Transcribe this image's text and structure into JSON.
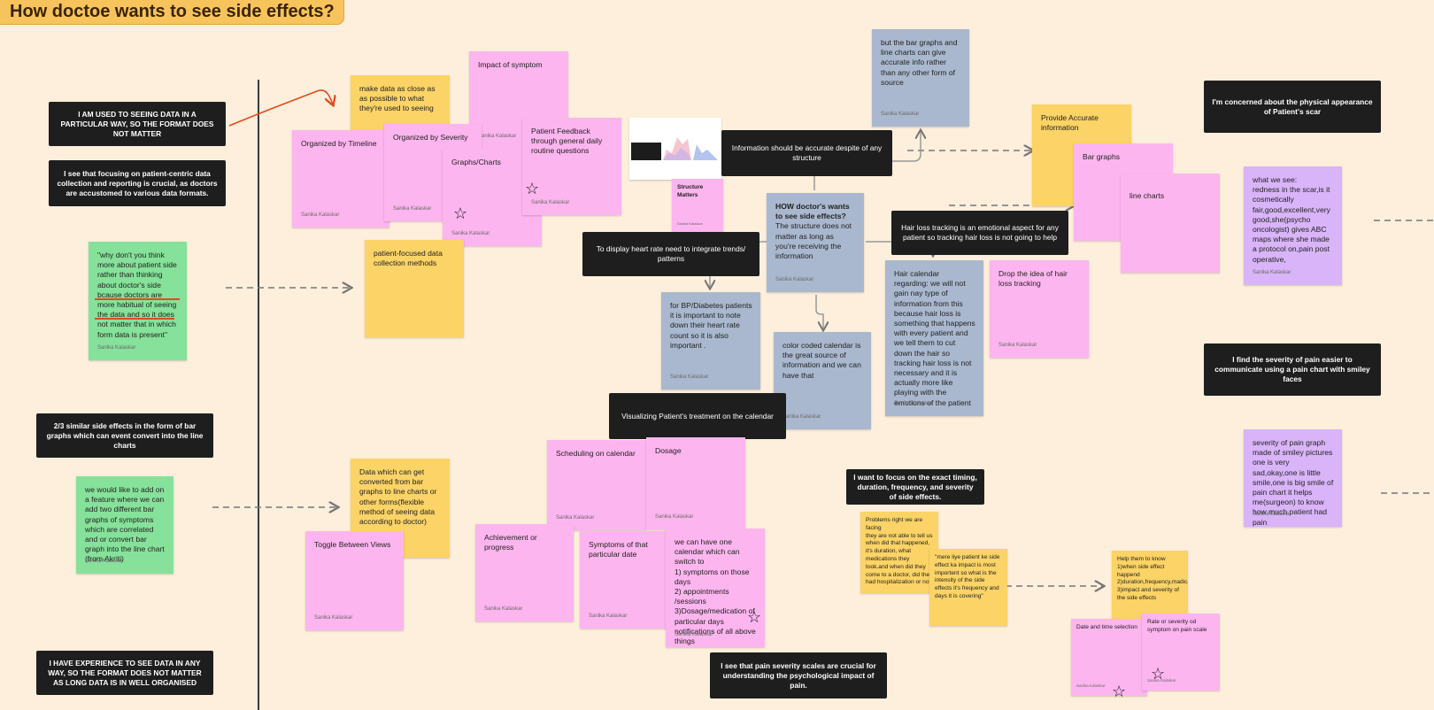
{
  "board": {
    "title": "How doctoe wants to see side effects?"
  },
  "left_column": {
    "dark_notes": [
      "I AM USED TO SEEING DATA IN A PARTICULAR WAY, SO THE FORMAT DOES NOT MATTER",
      "I see that focusing on patient-centric data collection and reporting is crucial, as doctors are accustomed to various data formats.",
      "2/3 similar side effects in the form of bar graphs which can event convert into the line charts",
      "I HAVE EXPERIENCE TO SEE DATA IN ANY WAY, SO THE FORMAT DOES NOT MATTER AS LONG DATA IS IN WELL ORGANISED"
    ],
    "green_notes": [
      {
        "text": "\"why don't you think more about patient side rather than thinking about doctor's side bcause doctors are more habitual of seeing the data and so it does not matter that in which form data is present\"",
        "author": "Sanika Kalaskar"
      },
      {
        "text": "we would like to add on a feature where we can add two different bar graphs of symptoms which are correlated and or convert bar graph into the line chart (from Akriti)",
        "author": "Sanika Kalaskar"
      }
    ]
  },
  "notes": {
    "make_data": {
      "text": "make data as close as as possible to what they're used to seeing"
    },
    "impact_symptom": {
      "text": "Impact of symptom",
      "author": "Sanika Kalaskar"
    },
    "org_timeline": {
      "text": "Organized by Timeline",
      "author": "Sanika Kalaskar"
    },
    "org_severity": {
      "text": "Organized by Severity",
      "author": "Sanika Kalaskar"
    },
    "graphs_charts": {
      "text": "Graphs/Charts",
      "author": "Sanika Kalaskar"
    },
    "patient_feedback": {
      "text": "Patient Feedback through general daily routine questions",
      "author": "Sanika Kalaskar"
    },
    "patient_focused": {
      "text": "patient-focused data collection methods"
    },
    "structure_matters": {
      "text": "Structure Matters",
      "author": "Sanika Kalaskar"
    },
    "bar_line_accurate": {
      "text": "but the bar graphs and line charts can give accurate info rather than any other form of source",
      "author": "Sanika Kalaskar"
    },
    "how_doctors": {
      "title": "HOW doctor's wants to see side effects?",
      "text": "The structure does not matter as long as you're receiving the information",
      "author": "Sanika Kalaskar"
    },
    "bp_diabetes": {
      "text": "for BP/Diabetes patients it is important to note down their heart rate count so it is also important .",
      "author": "Sanika Kalaskar"
    },
    "color_calendar": {
      "text": "color coded calendar is the great source of information and we can have that",
      "author": "Sanika Kalaskar"
    },
    "hair_calendar": {
      "text": "Hair calendar regarding: we will not gain nay type of information from this because hair loss is something that happens with every patient and we tell them to cut down the hair so tracking hair loss is not necessary and it is actually more like playing with the emotions of the patient",
      "author": "Sanika Kalaskar"
    },
    "drop_hair": {
      "text": "Drop the idea of hair loss tracking",
      "author": "Sanika Kalaskar"
    },
    "provide_accurate": {
      "text": "Provide Accurate information"
    },
    "bar_graphs": {
      "text": "Bar graphs"
    },
    "line_charts": {
      "text": "line charts"
    },
    "what_we_see": {
      "text": "what we see:\nredness in the scar,is it cosmetically fair,good,excellent,very good,she(psycho oncologist) gives ABC maps where she made a protocol on,pain post operative,",
      "author": "Sanika Kalaskar"
    },
    "severity_pain_graph": {
      "text": "severity of pain graph made of smiley pictures one is very sad,okay,one is little smile,one is big smile of pain chart it helps me(surgeon) to know how much patient had pain",
      "author": "Sanika Kalaskar"
    },
    "data_converted": {
      "text": "Data which can get converted from bar graphs to line charts or other forms(flexible method of seeing data according to doctor)"
    },
    "toggle_views": {
      "text": "Toggle Between Views",
      "author": "Sanika Kalaskar"
    },
    "scheduling": {
      "text": "Scheduling on calendar",
      "author": "Sanika Kalaskar"
    },
    "dosage": {
      "text": "Dosage",
      "author": "Sanika Kalaskar"
    },
    "achievement": {
      "text": "Achievement or progress",
      "author": "Sanika Kalaskar"
    },
    "symptoms_date": {
      "text": "Symptoms of that particular date",
      "author": "Sanika Kalaskar"
    },
    "one_calendar": {
      "text": "we can have one calendar which can switch to\n1) symptoms on those days\n2) appointments /sessions\n3)Dosage/medication of particular days\nnotifications of all above things",
      "author": "Sanika Kalaskar"
    },
    "problems_right": {
      "text": "Problems right we are facing\nthey are not able to tell us when did that happened, it's duration, what medications they took.and when did they come to a doctor, did they had hospitalization or not"
    },
    "mere_liye": {
      "text": "\"mere liye patient ke side effect ka impact is most importent so what is the intensity of the side effects it's frequency and days it is covering\""
    },
    "help_them": {
      "text": "Help them to know\n1)when side effect happend\n2)duration,frequency,madication\n3)impact and severity of the side effects"
    },
    "date_time": {
      "text": "Date and time selection",
      "author": "Sanika Kalaskar"
    },
    "rate_severity": {
      "text": "Rate or severity od symptom on pain scale",
      "author": "Sanika Kalaskar"
    }
  },
  "dark_notes": {
    "info_accurate": "Information should be accurate despite of any structure",
    "heart_rate": "To display heart rate need to integrate trends/ patterns",
    "hair_emotional": "Hair loss tracking is an emotional aspect for any patient so tracking hair loss is not going to help",
    "visualizing": "Visualizing Patient's treatment on the calendar",
    "exact_timing": "I want to focus on the exact timing, duration, frequency, and severity of side effects.",
    "pain_scales": "I see that pain severity scales are crucial for understanding the psychological impact of pain.",
    "physical_scar": "I'm concerned about the physical appearance of Patient's scar",
    "smiley_faces": "I find the severity of pain easier to communicate using a pain chart with smiley faces"
  },
  "colors": {
    "background": "#fdefdc",
    "pink": "#fdb5ef",
    "yellow": "#fbd366",
    "green": "#86e19a",
    "blue": "#a9b8ce",
    "purple": "#d9b4f8",
    "dark": "#1e1e1e",
    "accent_red": "#e24a1c"
  }
}
